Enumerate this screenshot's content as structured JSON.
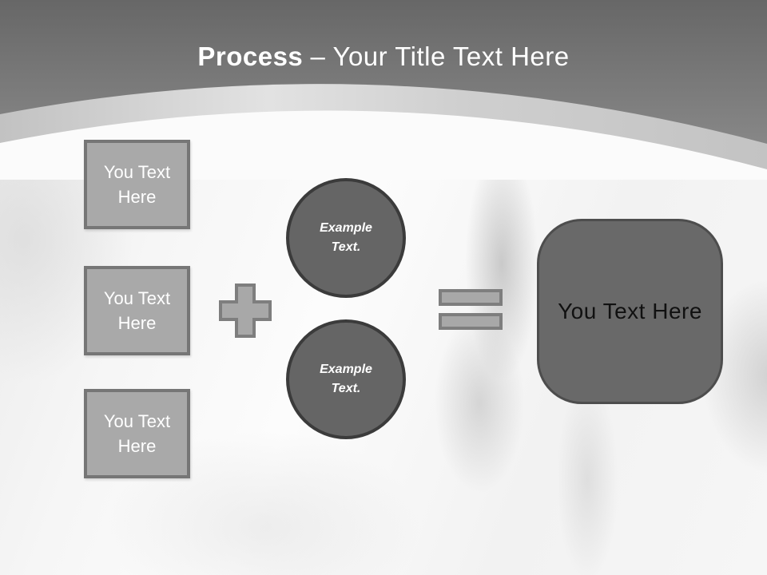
{
  "title": {
    "primary": "Process",
    "secondary": "– Your Title Text Here"
  },
  "left_boxes": [
    {
      "label": "You Text Here"
    },
    {
      "label": "You Text Here"
    },
    {
      "label": "You Text Here"
    }
  ],
  "operators": {
    "plus": "plus-icon",
    "equals": "equals-icon"
  },
  "circles": [
    {
      "label": "Example Text."
    },
    {
      "label": "Example Text."
    }
  ],
  "result_box": {
    "label": "You Text Here"
  },
  "colors": {
    "header_top": "#676767",
    "header_bottom": "#8f8f8f",
    "band": "#c9c9c9",
    "title_color": "#ffffff",
    "box_fill": "#a9a9a9",
    "box_border": "#767676",
    "circle_fill": "#656565",
    "circle_border": "#3b3b3b",
    "operator_fill": "#a8a8a8",
    "operator_border": "#7e7e7e",
    "result_fill": "#696969",
    "result_border": "#4d4d4d"
  }
}
